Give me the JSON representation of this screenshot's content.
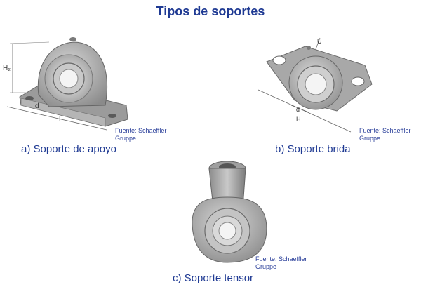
{
  "page": {
    "title": "Tipos de soportes",
    "title_color": "#1f3a93",
    "caption_color": "#1f3a93",
    "source_color": "#2a3f9a"
  },
  "figures": [
    {
      "caption": "a) Soporte de apoyo",
      "source_line1": "Fuente: Schaeffler",
      "source_line2": "Gruppe",
      "dimension_labels": {
        "height": "H₂",
        "bore": "d",
        "length": "L"
      }
    },
    {
      "caption": "b) Soporte brida",
      "source_line1": "Fuente: Schaeffler",
      "source_line2": "Gruppe",
      "dimension_labels": {
        "offset": "U",
        "bore": "d",
        "width": "H"
      }
    },
    {
      "caption": "c) Soporte tensor",
      "source_line1": "Fuente: Schaeffler",
      "source_line2": "Gruppe"
    }
  ]
}
